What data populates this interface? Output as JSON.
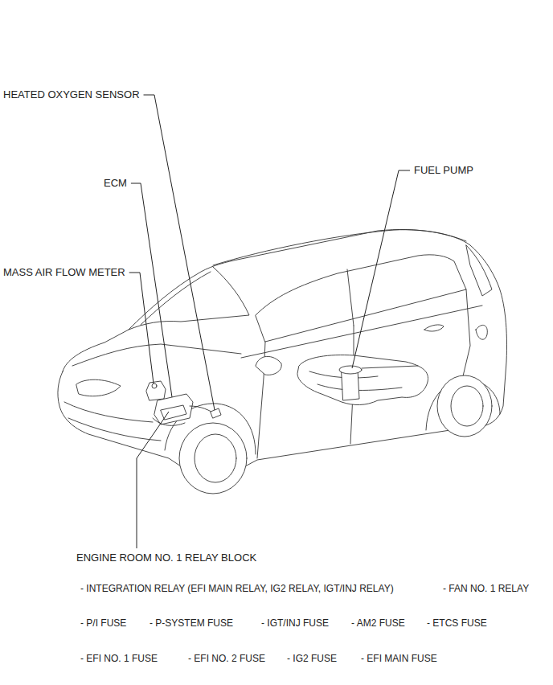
{
  "diagram": {
    "labels": [
      "HEATED OXYGEN SENSOR",
      "ECM",
      "FUEL PUMP",
      "MASS AIR FLOW METER",
      "ENGINE ROOM NO. 1 RELAY BLOCK",
      "- INTEGRATION RELAY (EFI MAIN RELAY, IG2 RELAY, IGT/INJ RELAY)",
      "- FAN NO. 1 RELAY",
      "- P/I FUSE",
      "- P-SYSTEM FUSE",
      "- IGT/INJ FUSE",
      "- AM2 FUSE",
      "- ETCS FUSE",
      "- EFI NO. 1 FUSE",
      "- EFI NO. 2 FUSE",
      "- IG2 FUSE",
      "- EFI MAIN FUSE"
    ]
  }
}
